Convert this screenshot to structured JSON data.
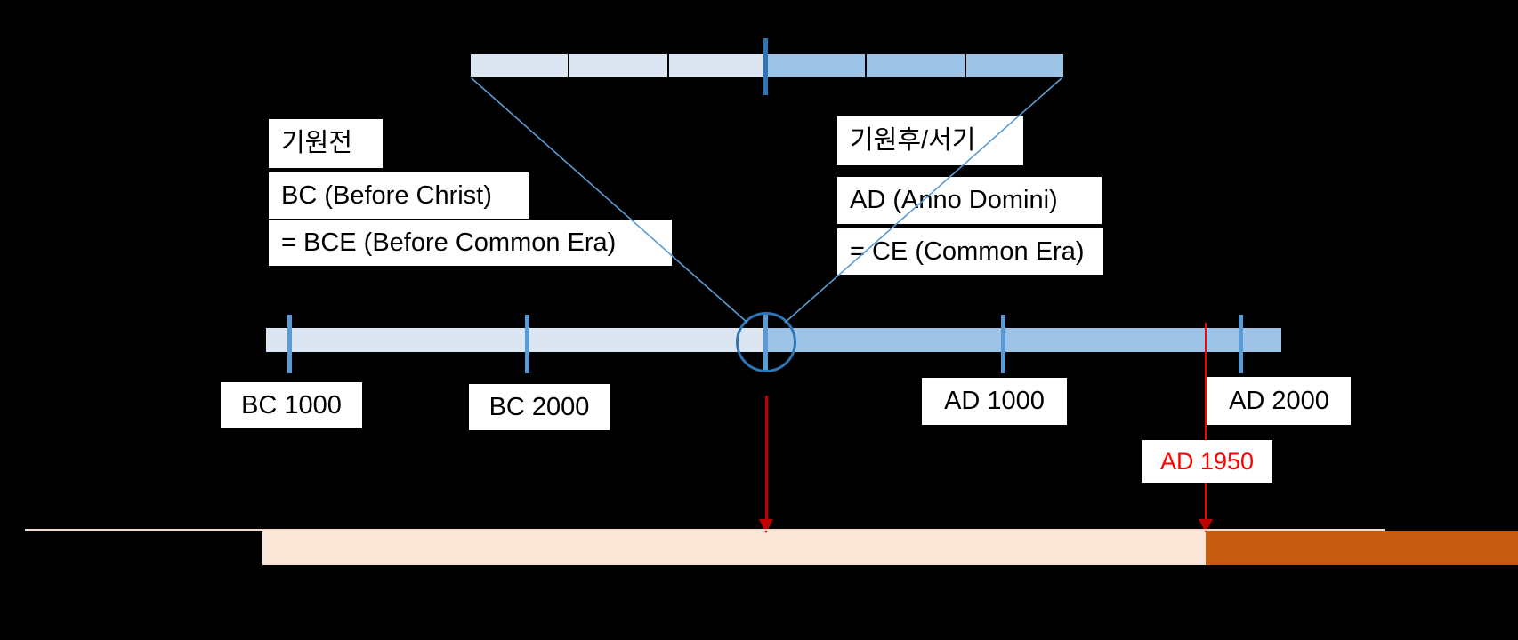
{
  "slide": {
    "background": "#000000",
    "description": "Timeline diagram explaining era notation BC/BCE vs AD/CE"
  },
  "era_boxes": {
    "bc_title": "기원전",
    "bc_line1": "BC (Before Christ)",
    "bc_line2": "= BCE (Before Common Era)",
    "ad_title": "기원후/서기",
    "ad_line1": "AD (Anno Domini)",
    "ad_line2": "= CE (Common Era)"
  },
  "timeline": {
    "labels": {
      "bc1000": "BC 1000",
      "bc2000": "BC 2000",
      "ad1000": "AD 1000",
      "ad2000": "AD 2000"
    },
    "highlight": {
      "label": "AD 1950",
      "color": "#FF0000"
    }
  },
  "magnified_bar": {
    "segments": 6,
    "left_half_color": "#DCE6F2",
    "right_half_color": "#9DC3E6"
  },
  "colors": {
    "bc_bar": "#DCE6F2",
    "ad_bar": "#9DC3E6",
    "tick_blue": "#5B9BD5",
    "boundary_blue": "#2E75B6",
    "arrow_red": "#C00000",
    "marker_red": "#FF0000",
    "lower_bar_left": "#FBE5D6",
    "lower_bar_right": "#C55A11",
    "label_box_bg": "#FFFFFF"
  }
}
